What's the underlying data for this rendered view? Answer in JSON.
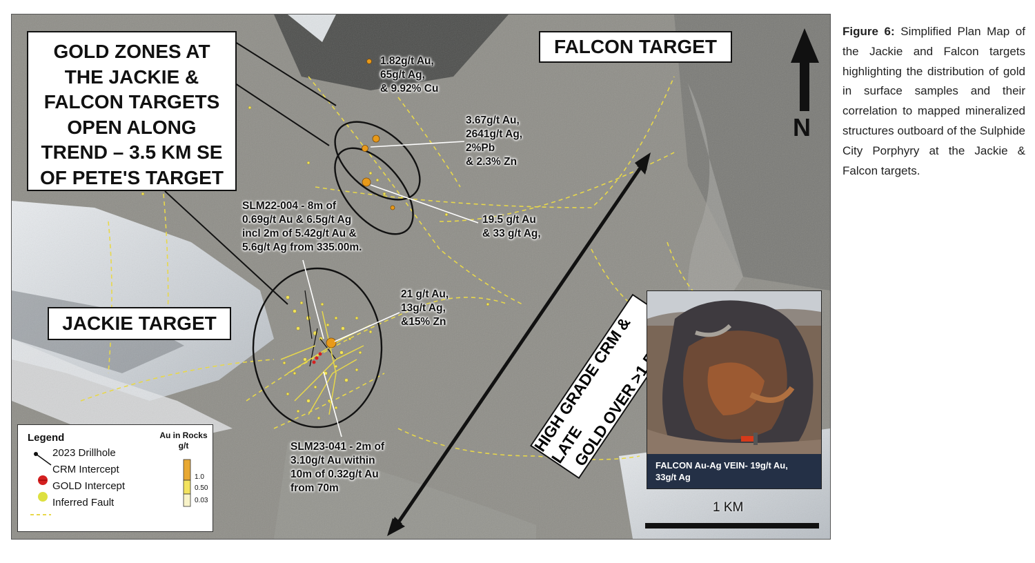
{
  "map": {
    "main_title": [
      "GOLD ZONES AT",
      "THE JACKIE &",
      "FALCON TARGETS",
      "OPEN ALONG",
      "TREND – 3.5 KM SE",
      "OF PETE'S TARGET"
    ],
    "falcon_title": "FALCON TARGET",
    "jackie_title": "JACKIE TARGET",
    "trend_label": [
      "HIGH GRADE CRM & LATE",
      "GOLD OVER >1.5 KM"
    ],
    "north_label": "N",
    "scale_label": "1 KM",
    "annotations": [
      {
        "id": "ann-1",
        "lines": [
          "1.82g/t Au,",
          "65g/t Ag,",
          "& 9.92% Cu"
        ]
      },
      {
        "id": "ann-2",
        "lines": [
          "3.67g/t Au,",
          "2641g/t Ag,",
          "2%Pb",
          "& 2.3% Zn"
        ]
      },
      {
        "id": "ann-3",
        "lines": [
          "19.5 g/t Au",
          "& 33 g/t Ag,"
        ]
      },
      {
        "id": "ann-4",
        "lines": [
          "SLM22-004 - 8m of",
          "0.69g/t Au & 6.5g/t Ag",
          "incl 2m of 5.42g/t Au &",
          "5.6g/t Ag from 335.00m."
        ]
      },
      {
        "id": "ann-5",
        "lines": [
          "21 g/t Au,",
          "13g/t Ag,",
          "&15% Zn"
        ]
      },
      {
        "id": "ann-6",
        "lines": [
          "SLM23-041 - 2m of",
          "3.10g/t Au within",
          "10m of 0.32g/t Au",
          "from 70m"
        ]
      }
    ],
    "photo_caption": [
      "FALCON Au-Ag VEIN- 19g/t Au,",
      "33g/t Ag"
    ],
    "legend": {
      "title": "Legend",
      "scale_title": [
        "Au in Rocks",
        "g/t"
      ],
      "items": [
        "2023 Drillhole",
        "CRM Intercept",
        "GOLD Intercept",
        "Inferred Fault"
      ],
      "scale_ticks": [
        "1.0",
        "0.50",
        "0.03"
      ]
    },
    "colors": {
      "fault": "#e8d84a",
      "crm": "#d42020",
      "gold_sample": "#e89a1a",
      "gold_intercept": "#dde040"
    }
  },
  "caption": {
    "label": "Figure 6:",
    "text": "Simplified Plan Map of the Jackie and Falcon targets highlighting the distribution of gold in surface samples and their correlation to mapped mineralized structures outboard of the Sulphide City Porphyry at the Jackie & Falcon targets."
  }
}
